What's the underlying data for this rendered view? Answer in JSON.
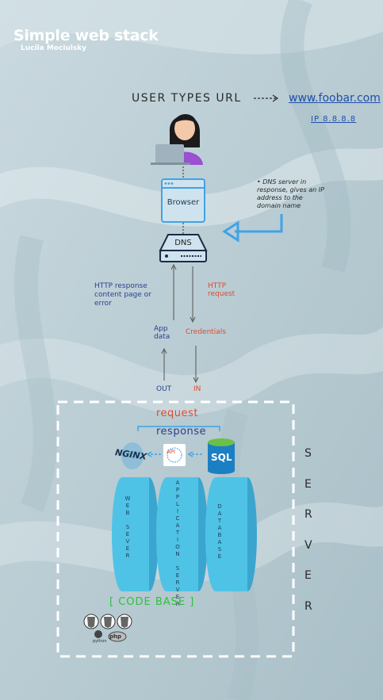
{
  "title": "Simple web stack",
  "author": "Lucila Mociulsky",
  "user_types": "USER   TYPES URL",
  "url": "www.foobar.com",
  "ip": "IP 8.8.8.8",
  "dns_note": "DNS server in response, gives an IP address to the domain name",
  "browser_label": "Browser",
  "dns_label": "DNS",
  "http_response": "HTTP response content page or error",
  "http_request": "HTTP request",
  "app_data": "App data",
  "credentials": "Credentials",
  "out": "OUT",
  "in": "IN",
  "request": "request",
  "response": "response",
  "nginx": "NGINX",
  "api": "API",
  "sql": "SQL",
  "web_server": "WEB SEVER",
  "app_server": "APPLICATION SERVER",
  "database": "DATABASE",
  "codebase": "[ CODE BASE ]",
  "server_letters": [
    "S",
    "E",
    "R",
    "V",
    "E",
    "R"
  ],
  "python": "python",
  "php": "php",
  "colors": {
    "blue_accent": "#3fa3e6",
    "cylinder": "#4fc3e6",
    "request_red": "#e14a2e",
    "response_navy": "#2b3f8e",
    "codebase_green": "#2ec23a",
    "link_blue": "#1f4fa8"
  },
  "icons": [
    "user-avatar-icon",
    "laptop-icon",
    "browser-window-icon",
    "dns-server-icon",
    "nginx-logo-icon",
    "api-icon",
    "sql-database-icon",
    "html-icon",
    "css-icon",
    "js-icon",
    "python-icon",
    "php-icon"
  ]
}
